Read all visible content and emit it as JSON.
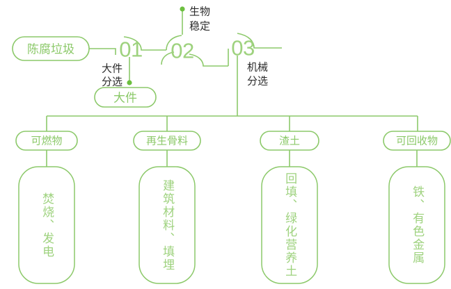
{
  "theme": {
    "line_color": "#8cc96a",
    "text_green": "#9ed27e",
    "label_green": "#8cc96a",
    "dot_color": "#6cbf3f",
    "note_color": "#2b2b2b",
    "background": "#ffffff"
  },
  "process": {
    "source_label": "陈腐垃圾",
    "stages": [
      {
        "number": "01",
        "note": "大件\n分选",
        "note_line1": "大件",
        "note_line2": "分选"
      },
      {
        "number": "02",
        "note": "生物\n稳定",
        "note_line1": "生物",
        "note_line2": "稳定"
      },
      {
        "number": "03",
        "note": "机械\n分选",
        "note_line1": "机械",
        "note_line2": "分选"
      }
    ],
    "stage1_output": "大件",
    "stage2_note_line1": "生物",
    "stage2_note_line2": "稳定",
    "stage3_note_line1": "机械",
    "stage3_note_line2": "分选",
    "stage1_note_line1": "大件",
    "stage1_note_line2": "分选"
  },
  "outputs": [
    {
      "pill": "可燃物",
      "destination": "焚烧、发电"
    },
    {
      "pill": "再生骨料",
      "destination": "建筑材料、填埋"
    },
    {
      "pill": "渣土",
      "destination": "回填、绿化营养土"
    },
    {
      "pill": "可回收物",
      "destination": "铁、有色金属"
    }
  ]
}
